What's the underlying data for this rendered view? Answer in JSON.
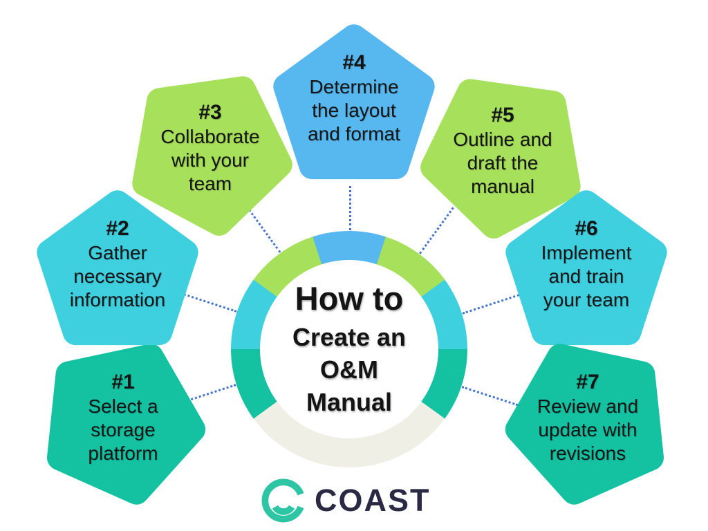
{
  "center": {
    "heading": "How to",
    "subheading_lines": [
      "Create an",
      "O&M",
      "Manual"
    ]
  },
  "steps": [
    {
      "number": "#1",
      "lines": [
        "Select a",
        "storage",
        "platform"
      ],
      "color": "#14c2a2",
      "orientation": "down"
    },
    {
      "number": "#2",
      "lines": [
        "Gather",
        "necessary",
        "information"
      ],
      "color": "#3fd0e0",
      "orientation": "up"
    },
    {
      "number": "#3",
      "lines": [
        "Collaborate",
        "with your",
        "team"
      ],
      "color": "#a7e05a",
      "orientation": "down"
    },
    {
      "number": "#4",
      "lines": [
        "Determine",
        "the layout",
        "and format"
      ],
      "color": "#57b8f0",
      "orientation": "up"
    },
    {
      "number": "#5",
      "lines": [
        "Outline and",
        "draft the",
        "manual"
      ],
      "color": "#a7e05a",
      "orientation": "down"
    },
    {
      "number": "#6",
      "lines": [
        "Implement",
        "and train",
        "your team"
      ],
      "color": "#3fd0e0",
      "orientation": "up"
    },
    {
      "number": "#7",
      "lines": [
        "Review and",
        "update with",
        "revisions"
      ],
      "color": "#14c2a2",
      "orientation": "down"
    }
  ],
  "ring": {
    "from_deg": -18,
    "segments": [
      {
        "step": "#4",
        "color": "#57b8f0",
        "start": 0,
        "end": 36
      },
      {
        "step": "#5",
        "color": "#a7e05a",
        "start": 36,
        "end": 72
      },
      {
        "step": "#6",
        "color": "#3fd0e0",
        "start": 72,
        "end": 108
      },
      {
        "step": "#7",
        "color": "#14c2a2",
        "start": 108,
        "end": 144
      },
      {
        "step": "",
        "color": "#efefe6",
        "start": 144,
        "end": 252
      },
      {
        "step": "#1",
        "color": "#14c2a2",
        "start": 252,
        "end": 288
      },
      {
        "step": "#2",
        "color": "#3fd0e0",
        "start": 288,
        "end": 324
      },
      {
        "step": "#3",
        "color": "#a7e05a",
        "start": 324,
        "end": 360
      }
    ]
  },
  "logo": {
    "text": "COAST"
  },
  "colors": {
    "teal": "#14c2a2",
    "cyan": "#3fd0e0",
    "green": "#a7e05a",
    "blue": "#57b8f0",
    "gray": "#efefe6",
    "connector": "#4472d0",
    "logo": "#2dc5a4",
    "navy": "#2a2a45",
    "text": "#141414",
    "background": "#ffffff"
  }
}
